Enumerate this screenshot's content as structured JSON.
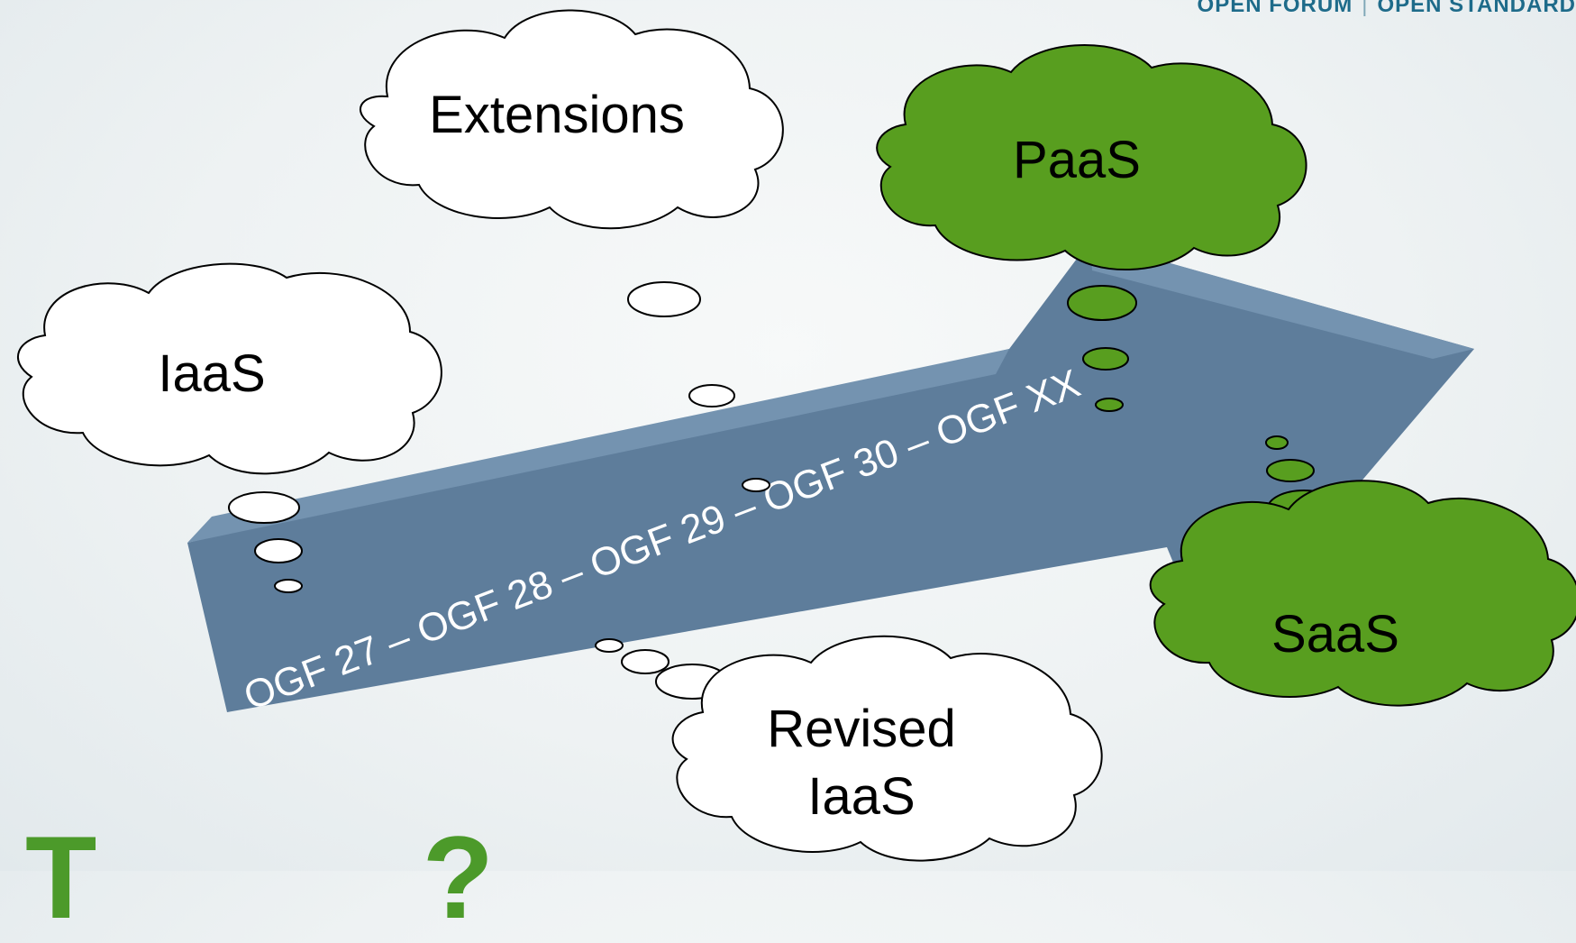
{
  "header": {
    "left": "OPEN FORUM",
    "separator": "|",
    "right": "OPEN STANDARD"
  },
  "timeline": {
    "label": "OGF 27 – OGF 28 – OGF 29 – OGF 30 – OGF XX"
  },
  "clouds": {
    "extensions": {
      "label": "Extensions"
    },
    "iaas": {
      "label": "IaaS"
    },
    "paas": {
      "label": "PaaS"
    },
    "saas": {
      "label": "SaaS"
    },
    "revised": {
      "line1": "Revised",
      "line2": "IaaS"
    }
  },
  "title_fragment": "T          ?",
  "colors": {
    "arrow": "#5e7d9b",
    "arrow_highlight": "#7493b0",
    "cloud_white": "#ffffff",
    "cloud_green": "#589e1f",
    "cloud_stroke": "#000000",
    "title": "#4c9a2a",
    "header": "#1e6b8a"
  }
}
